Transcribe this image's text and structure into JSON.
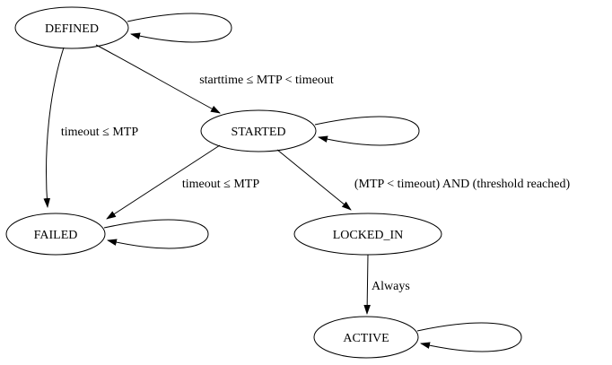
{
  "diagram": {
    "type": "state-transition-diagram",
    "colors": {
      "background": "#ffffff",
      "stroke": "#000000",
      "text": "#000000"
    },
    "nodes": [
      {
        "id": "defined",
        "label": "DEFINED",
        "self_loop": true
      },
      {
        "id": "started",
        "label": "STARTED",
        "self_loop": true
      },
      {
        "id": "failed",
        "label": "FAILED",
        "self_loop": true
      },
      {
        "id": "locked_in",
        "label": "LOCKED_IN",
        "self_loop": false
      },
      {
        "id": "active",
        "label": "ACTIVE",
        "self_loop": true
      }
    ],
    "edges": [
      {
        "from": "DEFINED",
        "to": "DEFINED",
        "label": ""
      },
      {
        "from": "DEFINED",
        "to": "STARTED",
        "label": "starttime ≤ MTP < timeout"
      },
      {
        "from": "DEFINED",
        "to": "FAILED",
        "label": "timeout ≤ MTP"
      },
      {
        "from": "STARTED",
        "to": "STARTED",
        "label": ""
      },
      {
        "from": "STARTED",
        "to": "FAILED",
        "label": "timeout ≤ MTP"
      },
      {
        "from": "STARTED",
        "to": "LOCKED_IN",
        "label": "(MTP < timeout) AND (threshold reached)"
      },
      {
        "from": "FAILED",
        "to": "FAILED",
        "label": ""
      },
      {
        "from": "LOCKED_IN",
        "to": "ACTIVE",
        "label": "Always"
      },
      {
        "from": "ACTIVE",
        "to": "ACTIVE",
        "label": ""
      }
    ]
  }
}
